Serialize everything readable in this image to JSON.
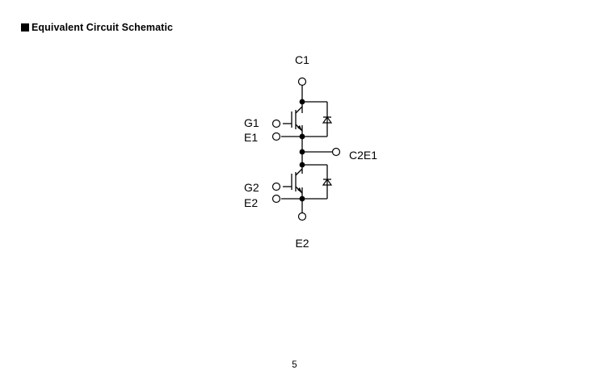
{
  "header": {
    "title": "Equivalent Circuit Schematic"
  },
  "schematic": {
    "terminals": {
      "c1": "C1",
      "g1": "G1",
      "e1": "E1",
      "c2e1": "C2E1",
      "g2": "G2",
      "e2_aux": "E2",
      "e2_main": "E2"
    },
    "components": [
      "igbt",
      "free-wheeling-diode",
      "igbt",
      "free-wheeling-diode"
    ]
  },
  "footer": {
    "page_number": "5"
  }
}
